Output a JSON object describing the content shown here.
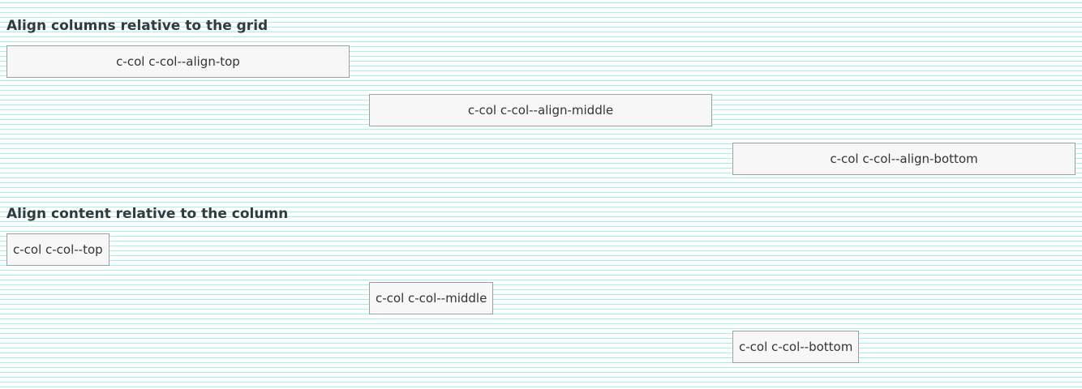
{
  "section_grid": {
    "heading": "Align columns relative to the grid",
    "items": [
      {
        "label": "c-col c-col--align-top"
      },
      {
        "label": "c-col c-col--align-middle"
      },
      {
        "label": "c-col c-col--align-bottom"
      }
    ]
  },
  "section_column": {
    "heading": "Align content relative to the column",
    "items": [
      {
        "label": "c-col c-col--top"
      },
      {
        "label": "c-col c-col--middle"
      },
      {
        "label": "c-col c-col--bottom"
      }
    ]
  },
  "colors": {
    "grid_line": "#a8efe4",
    "box_background": "#f7f7f7",
    "box_border": "#9aa0a3",
    "heading_text": "#2f3b40"
  }
}
